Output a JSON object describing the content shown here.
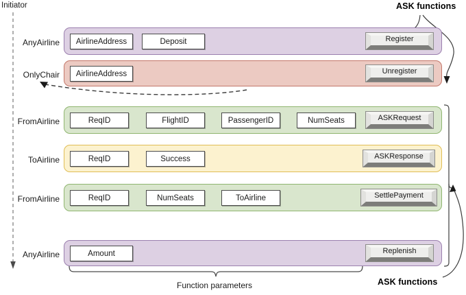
{
  "diagram": {
    "initiator_label": "Initiator",
    "annotations": {
      "ask_functions_top": "ASK functions",
      "ask_functions_bottom": "ASK functions",
      "function_parameters": "Function parameters"
    },
    "colors": {
      "purple_fill": "#ddd0e3",
      "purple_stroke": "#9b7fae",
      "pink_fill": "#eccac2",
      "pink_stroke": "#c4776a",
      "green_fill": "#d9e6cd",
      "green_stroke": "#8fb56f",
      "yellow_fill": "#fcf2cf",
      "yellow_stroke": "#e0bd54",
      "box_fill": "#ffffff",
      "box_stroke": "#4a4a4a",
      "button_face": "#eeeeec",
      "button_shadow": "#7d7d7a",
      "text": "#1a1a1a"
    },
    "rows": [
      {
        "actor": "AnyAirline",
        "color": "purple",
        "params": [
          "AirlineAddress",
          "Deposit"
        ],
        "function": "Register"
      },
      {
        "actor": "OnlyChair",
        "color": "pink",
        "params": [
          "AirlineAddress"
        ],
        "function": "Unregister"
      },
      {
        "actor": "FromAirline",
        "color": "green",
        "params": [
          "ReqID",
          "FlightID",
          "PassengerID",
          "NumSeats"
        ],
        "function": "ASKRequest"
      },
      {
        "actor": "ToAirline",
        "color": "yellow",
        "params": [
          "ReqID",
          "Success"
        ],
        "function": "ASKResponse"
      },
      {
        "actor": "FromAirline",
        "color": "green",
        "params": [
          "ReqID",
          "NumSeats",
          "ToAirline"
        ],
        "function": "SettlePayment"
      },
      {
        "actor": "AnyAirline",
        "color": "purple",
        "params": [
          "Amount"
        ],
        "function": "Replenish"
      }
    ]
  }
}
